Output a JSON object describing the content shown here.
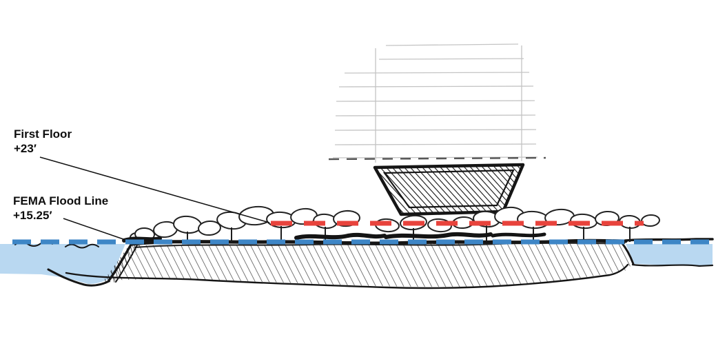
{
  "title": "Hand-drawn site section sketch with flood elevation lines",
  "annotations": {
    "first_floor": {
      "label": "First Floor",
      "elevation": "+23′"
    },
    "fema": {
      "label": "FEMA Flood Line",
      "elevation": "+15.25′"
    }
  },
  "colors": {
    "first_floor_line": "#e8433c",
    "fema_flood_line": "#3e86c6",
    "water": "#b9d8f1",
    "ink": "#161616"
  }
}
